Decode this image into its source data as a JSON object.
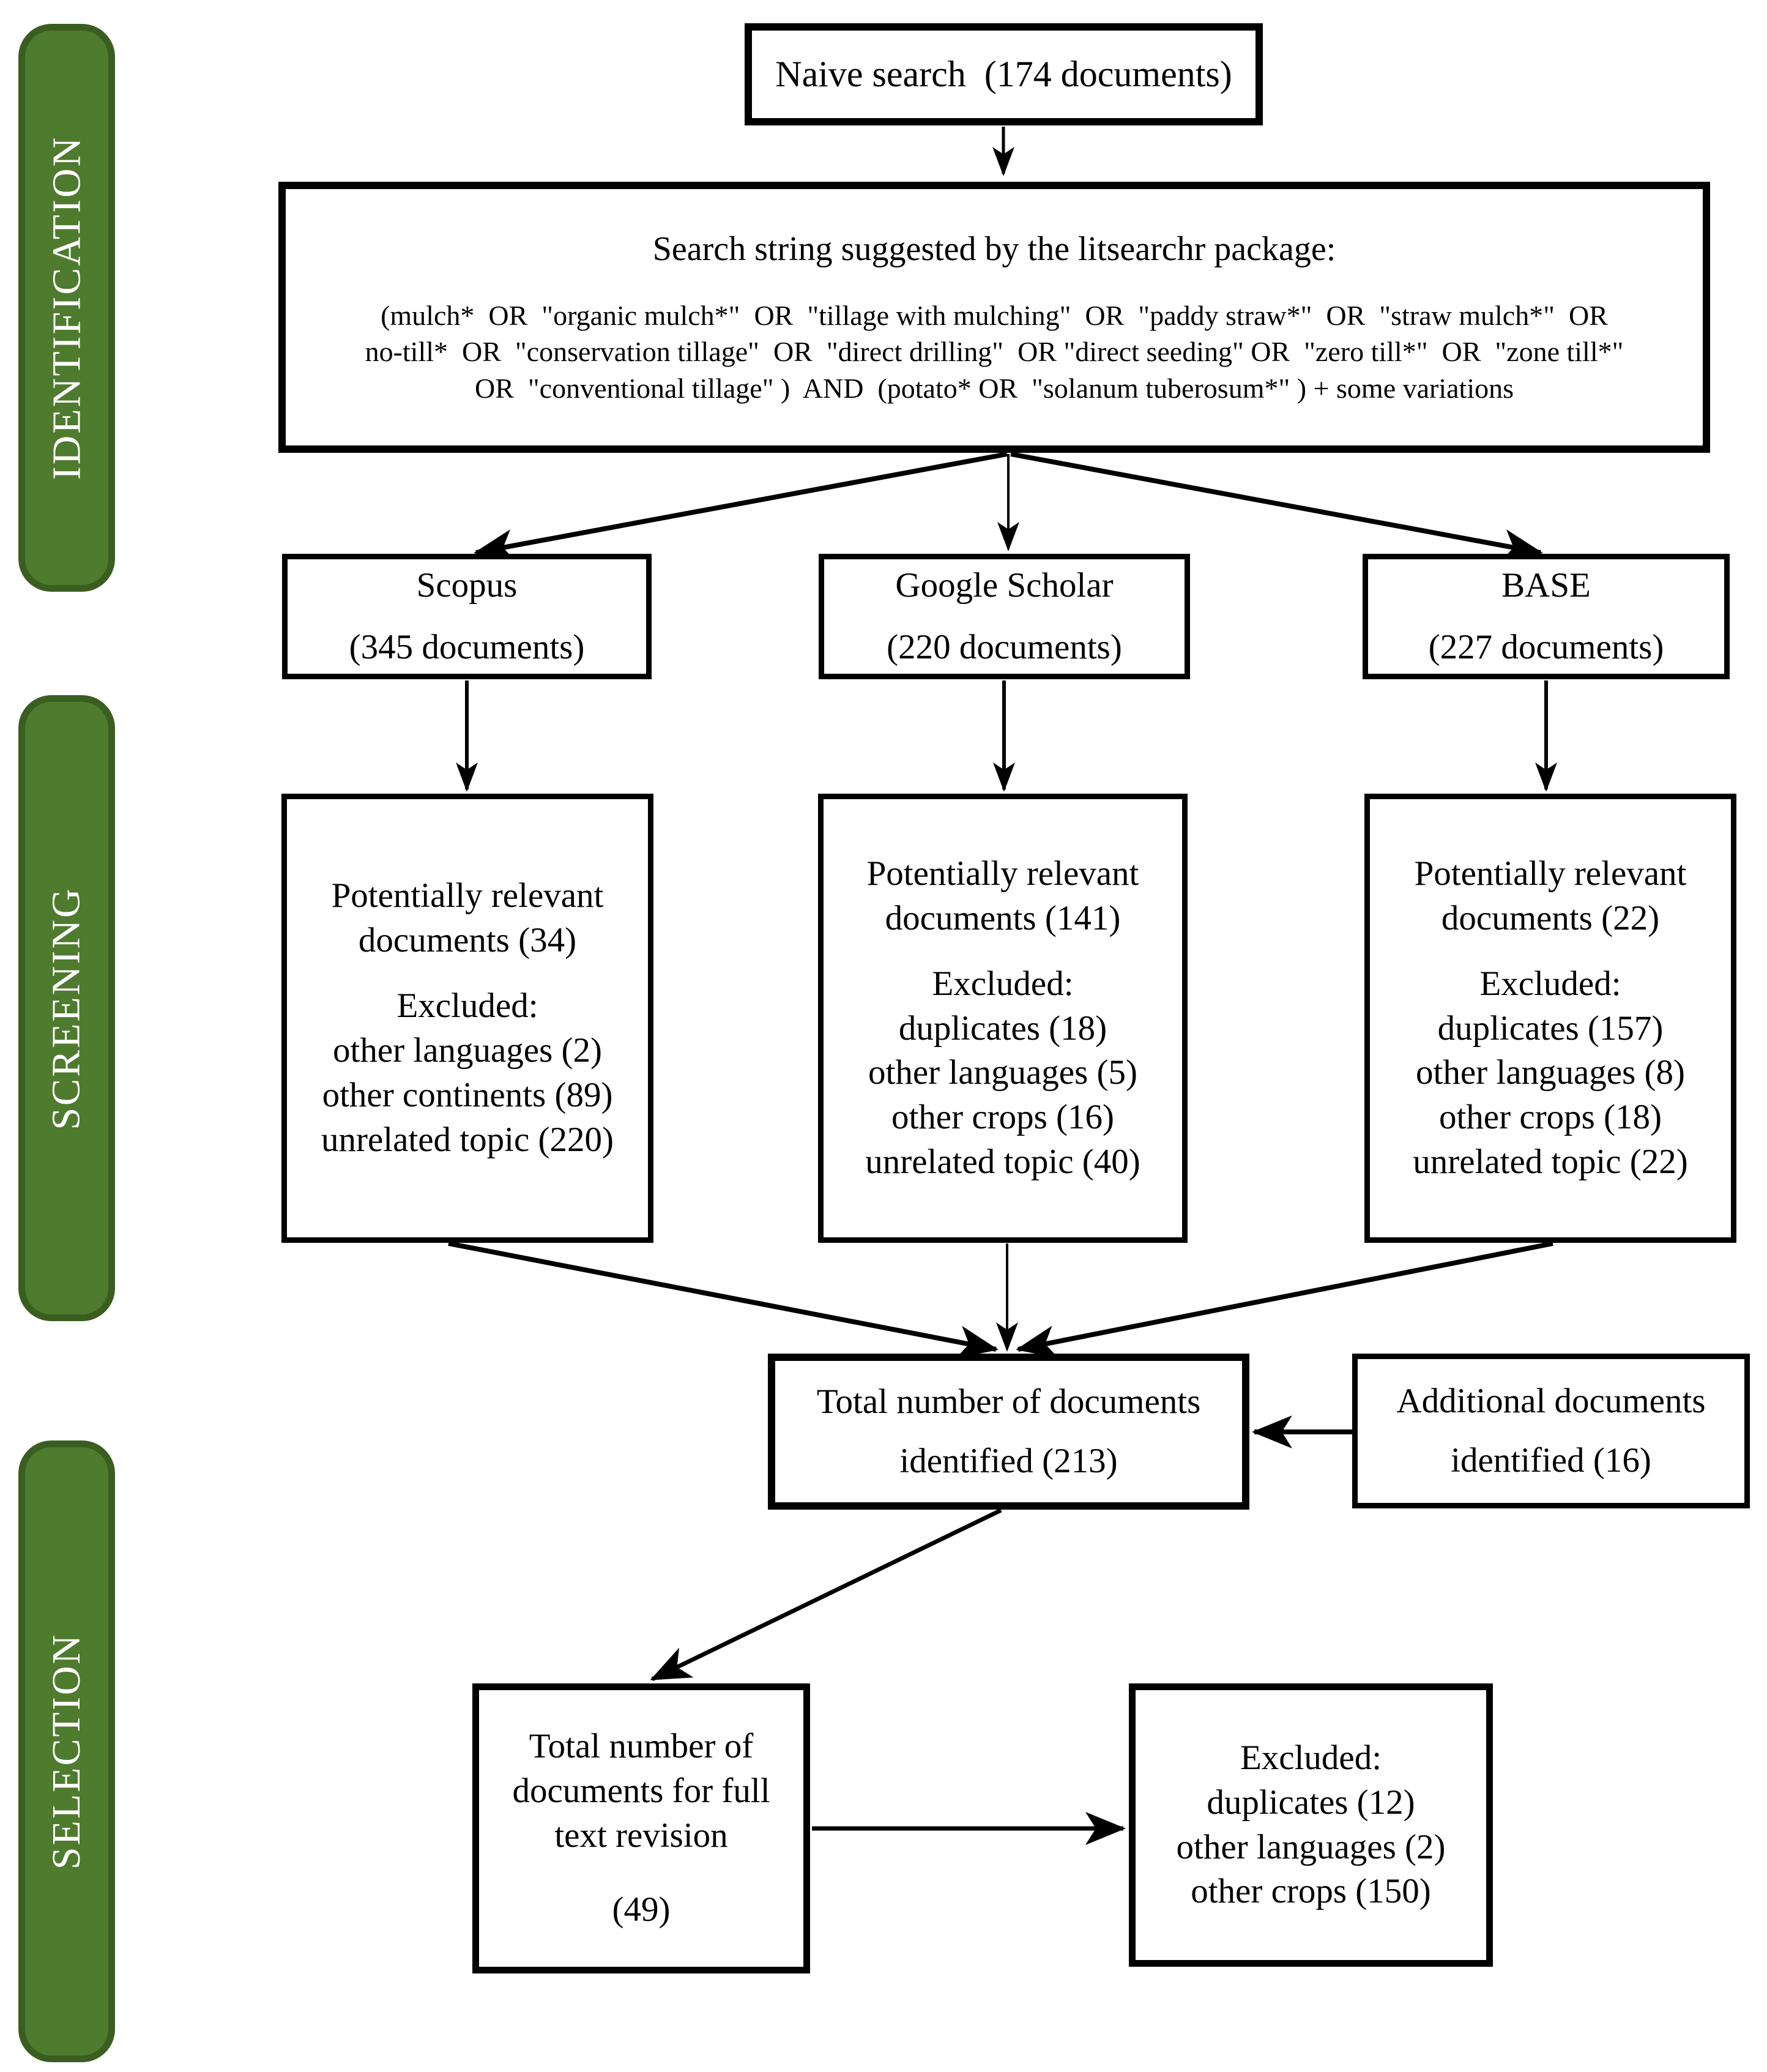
{
  "colors": {
    "background": "#ffffff",
    "stage_fill": "#4e7b2e",
    "stage_border": "#3a5e20",
    "stage_text": "#ffffff",
    "box_border": "#000000"
  },
  "stages": [
    {
      "label": "IDENTIFICATION"
    },
    {
      "label": "SCREENING"
    },
    {
      "label": "SELECTION"
    }
  ],
  "naive": {
    "text": "Naive search  (174 documents)"
  },
  "search": {
    "title": "Search string suggested by the litsearchr package:",
    "query_lines": [
      "(mulch*  OR  \"organic mulch*\"  OR  \"tillage with mulching\"  OR  \"paddy straw*\"  OR  \"straw mulch*\"  OR",
      "no-till*  OR  \"conservation tillage\"  OR  \"direct drilling\"  OR \"direct seeding\" OR  \"zero till*\"  OR  \"zone till*\"",
      "OR  \"conventional tillage\" )  AND  (potato* OR  \"solanum tuberosum*\" ) + some variations"
    ]
  },
  "databases": [
    {
      "name": "Scopus",
      "count": "(345 documents)"
    },
    {
      "name": "Google Scholar",
      "count": "(220 documents)"
    },
    {
      "name": "BASE",
      "count": "(227 documents)"
    }
  ],
  "screening": [
    {
      "head1": "Potentially relevant",
      "head2": "documents (34)",
      "excluded_label": "Excluded:",
      "items": [
        "other languages (2)",
        "other continents (89)",
        "unrelated topic (220)"
      ]
    },
    {
      "head1": "Potentially relevant",
      "head2": "documents (141)",
      "excluded_label": "Excluded:",
      "items": [
        "duplicates (18)",
        "other languages (5)",
        "other crops (16)",
        "unrelated topic (40)"
      ]
    },
    {
      "head1": "Potentially relevant",
      "head2": "documents (22)",
      "excluded_label": "Excluded:",
      "items": [
        "duplicates (157)",
        "other languages (8)",
        "other crops (18)",
        "unrelated topic (22)"
      ]
    }
  ],
  "total": {
    "line1": "Total number of documents",
    "line2": "identified (213)"
  },
  "additional": {
    "line1": "Additional documents",
    "line2": "identified (16)"
  },
  "revision": {
    "line1": "Total number of",
    "line2": "documents for full",
    "line3": "text revision",
    "count": "(49)"
  },
  "final_excluded": {
    "label": "Excluded:",
    "items": [
      "duplicates (12)",
      "other languages (2)",
      "other crops (150)"
    ]
  }
}
